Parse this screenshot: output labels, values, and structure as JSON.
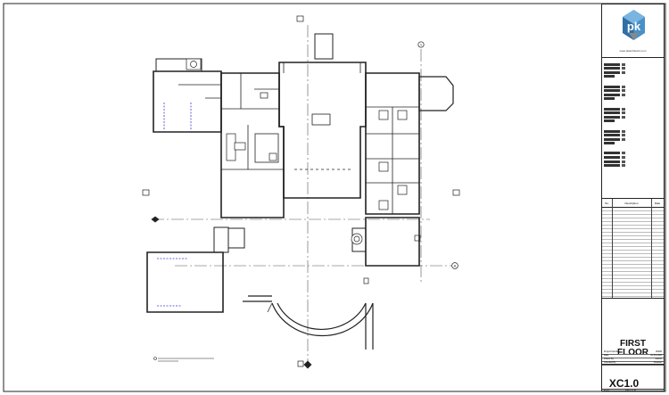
{
  "title_block": {
    "logo_text": "pk",
    "website": "www.pkarchitects.com",
    "revisions": {
      "columns": [
        "No.",
        "Description",
        "Date"
      ]
    },
    "sheet_title_line1": "FIRST",
    "sheet_title_line2": "FLOOR",
    "project_rows": [
      {
        "key": "Project Number",
        "value": "00000"
      },
      {
        "key": "Date",
        "value": "10-10-2020"
      },
      {
        "key": "Drawn By",
        "value": "Author"
      },
      {
        "key": "Checked By",
        "value": "Checker"
      }
    ],
    "sheet_number": "XC1.0",
    "scale_label": "Scale",
    "scale_value": "1/8\" = 1'-0\""
  },
  "drawing": {
    "grid_labels": [
      "1",
      "A"
    ],
    "colors": {
      "line": "#222222",
      "accent": "#3a3acc",
      "logo_blue": "#4a90c8",
      "logo_gray": "#888888"
    }
  }
}
